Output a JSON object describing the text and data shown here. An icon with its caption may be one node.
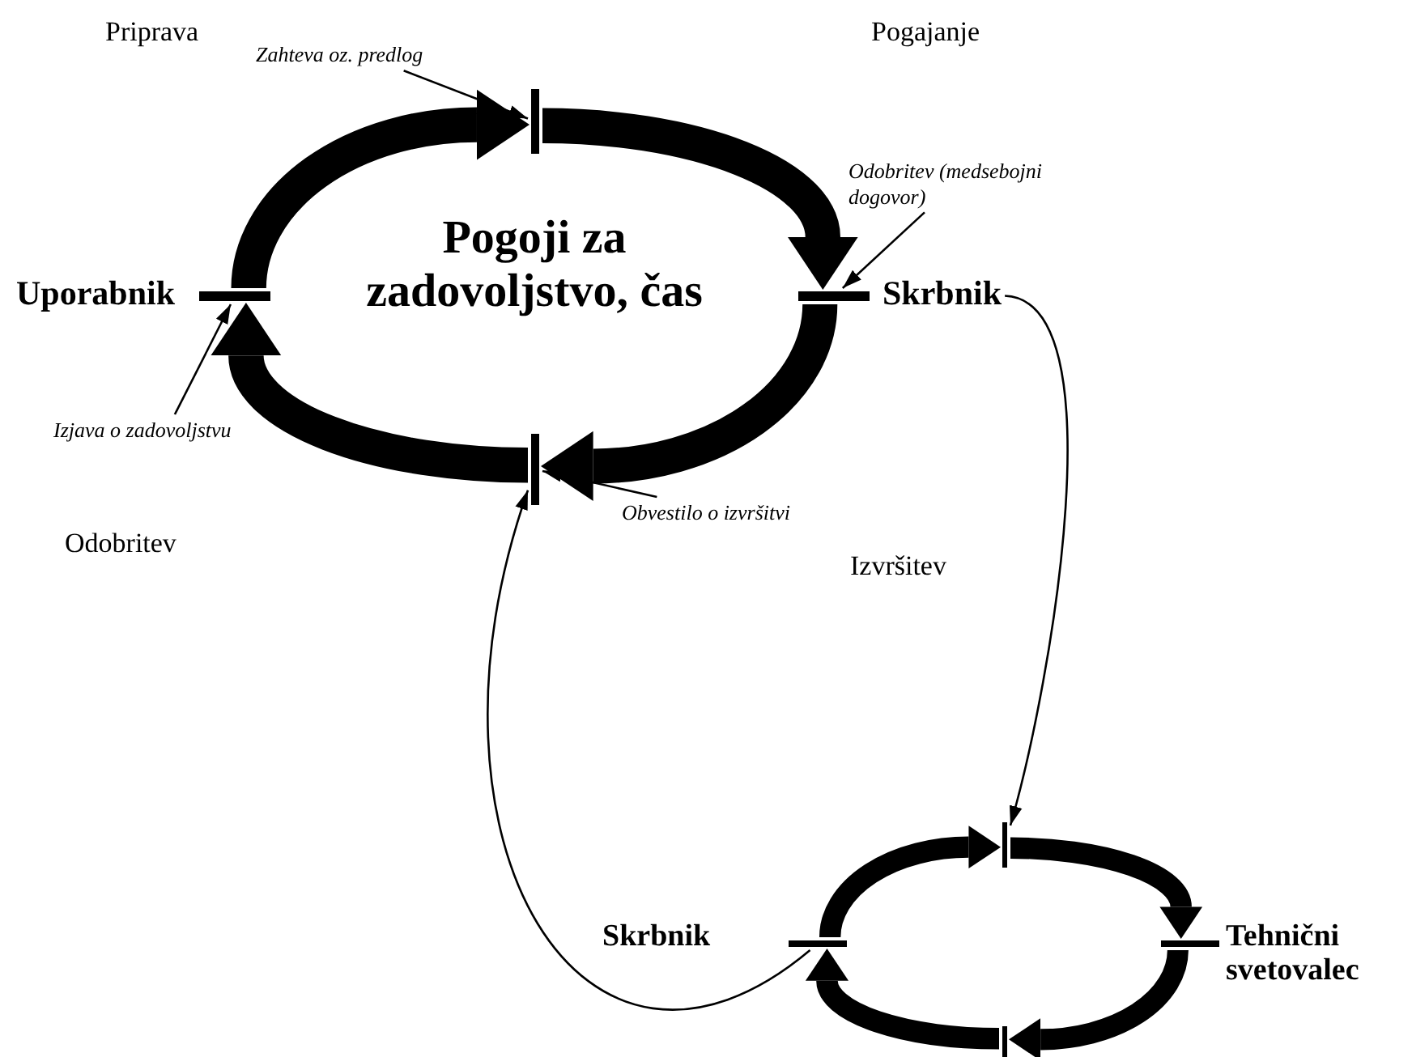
{
  "diagram": {
    "nodes": [
      {
        "text": [
          "Zahteva oz. predlog"
        ]
      },
      {
        "text": [],
        "shape": "bar"
      },
      {
        "text": [
          "Odobritev (medsebojni dogovor)"
        ]
      },
      {
        "text": [],
        "shape": "bar",
        "beside": [
          "Uporabnik"
        ]
      },
      {
        "text": [],
        "shape": "bar"
      },
      {
        "text": [
          "Skrbnik"
        ]
      },
      {
        "text": [
          "Izjava o zadovoljstvu"
        ]
      },
      {
        "text": [],
        "shape": "bar"
      },
      {
        "text": [
          "Obvestilo o izvršitvi"
        ]
      },
      {
        "text": [],
        "shape": "bar"
      },
      {
        "text": [],
        "shape": "bar",
        "beside": [
          "Skrbnik"
        ]
      },
      {
        "text": [],
        "shape": "bar",
        "beside": [
          "Tehnični svetovalec"
        ]
      },
      {
        "text": [],
        "shape": "bar"
      }
    ],
    "edges": [
      {
        "from": 0,
        "to": 1,
        "arrow": "to"
      },
      {
        "from": 2,
        "to": 4,
        "arrow": "to"
      },
      {
        "from": 6,
        "to": 3,
        "arrow": "to"
      },
      {
        "from": 8,
        "to": 7,
        "arrow": "to"
      },
      {
        "from": 3,
        "to": 1,
        "arrow": "to"
      },
      {
        "from": 1,
        "to": 4,
        "arrow": "to"
      },
      {
        "from": 4,
        "to": 7,
        "arrow": "to"
      },
      {
        "from": 7,
        "to": 3,
        "arrow": "to"
      },
      {
        "from": 5,
        "to": 9,
        "arrow": "to"
      },
      {
        "from": 10,
        "to": 9,
        "arrow": "to"
      },
      {
        "from": 9,
        "to": 11,
        "arrow": "to"
      },
      {
        "from": 11,
        "to": 12,
        "arrow": "to"
      },
      {
        "from": 12,
        "to": 10,
        "arrow": "to"
      },
      {
        "from": 10,
        "to": 7,
        "arrow": "to"
      }
    ],
    "labels": [
      "Priprava",
      "Pogajanje",
      "Pogoji za zadovoljstvo, čas",
      "Odobritev",
      "Izvršitev"
    ]
  }
}
